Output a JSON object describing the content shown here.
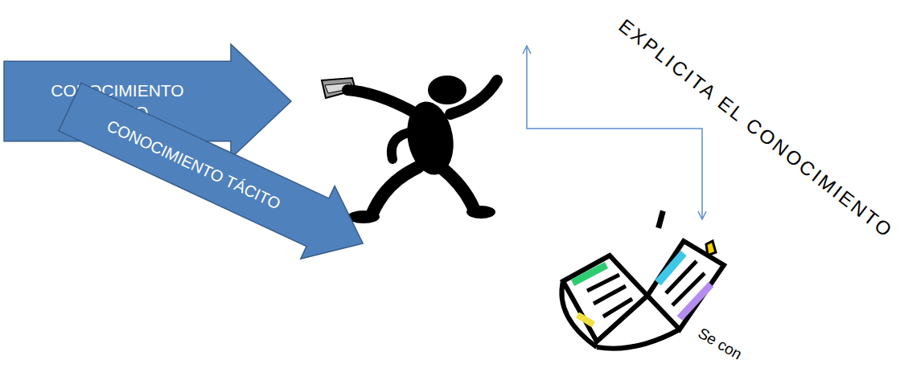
{
  "diagram": {
    "nodes": [
      {
        "text": [
          "CONOCIMIENTO TÁCITO"
        ]
      },
      {
        "text": [
          "CONOCIMIENTO TÁCITO"
        ]
      }
    ],
    "labels": [
      "EXPLICITA EL CONOCIMIENTO",
      "Se con"
    ]
  }
}
